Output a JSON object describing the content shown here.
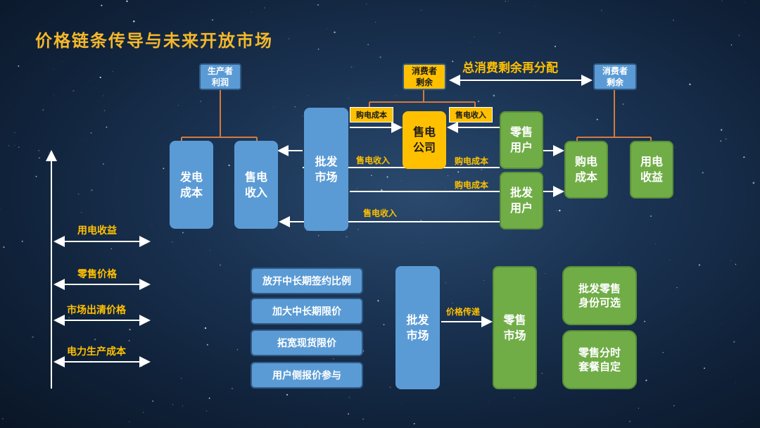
{
  "title": "价格链条传导与未来开放市场",
  "top": {
    "producer_surplus": "生产者\n利润",
    "consumer_surplus_left": "消费者\n剩余",
    "consumer_surplus_right": "消费者\n剩余",
    "redistribution": "总消费剩余再分配"
  },
  "nodes": {
    "gen_cost": "发电\n成本",
    "sell_income_left": "售电\n收入",
    "wholesale_market": "批发\n市场",
    "sales_company": "售电\n公司",
    "retail_user": "零售\n用户",
    "wholesale_user": "批发\n用户",
    "purchase_cost": "购电\n成本",
    "usage_benefit": "用电\n收益"
  },
  "flow_labels": {
    "buy_cost_box": "购电成本",
    "sell_income_box": "售电收入",
    "sell_income_1": "售电收入",
    "buy_cost_1": "购电成本",
    "buy_cost_2": "购电成本",
    "sell_income_2": "售电收入",
    "price_transfer": "价格传递"
  },
  "axis": {
    "levels": [
      "用电收益",
      "零售价格",
      "市场出清价格",
      "电力生产成本"
    ]
  },
  "actions": [
    "放开中长期签约比例",
    "加大中长期限价",
    "拓宽现货限价",
    "用户侧报价参与"
  ],
  "bottom": {
    "wholesale_market": "批发\n市场",
    "retail_market": "零售\n市场",
    "option1": "批发零售\n身份可选",
    "option2": "零售分时\n套餐自定"
  },
  "colors": {
    "title": "#f5b82a",
    "blue": "#5b9bd5",
    "green": "#70ad47",
    "yellow": "#ffc000",
    "line_orange": "#d47a3c"
  }
}
